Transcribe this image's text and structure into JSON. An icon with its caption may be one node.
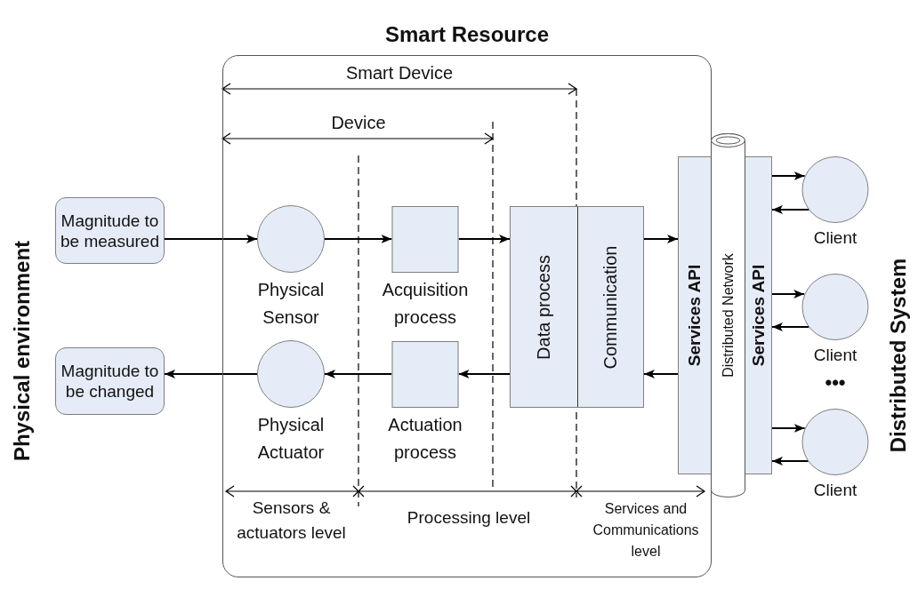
{
  "diagram": {
    "nodes": [
      {
        "text": [
          "Smart Resource"
        ]
      },
      {
        "text": [
          "Magnitude to be measured"
        ]
      },
      {
        "text": [
          "Magnitude to be changed"
        ]
      },
      {
        "text": [
          "Physical Sensor"
        ],
        "in": 0
      },
      {
        "text": [
          "Acquisition process"
        ],
        "in": 0
      },
      {
        "text": [
          "Physical Actuator"
        ],
        "in": 0
      },
      {
        "text": [
          "Actuation process"
        ],
        "in": 0
      },
      {
        "text": [
          "Data process",
          "Communication"
        ],
        "in": 0
      },
      {
        "text": [
          "Services API"
        ],
        "in": 0
      },
      {
        "text": [
          "Distributed Network"
        ]
      },
      {
        "text": [
          "Services API"
        ]
      },
      {
        "text": [
          "Client"
        ]
      },
      {
        "text": [
          "Client"
        ]
      },
      {
        "text": [
          "Client"
        ]
      }
    ],
    "edges": [
      {
        "from": 1,
        "to": 3,
        "arrow": "to"
      },
      {
        "from": 3,
        "to": 4,
        "arrow": "to"
      },
      {
        "from": 4,
        "to": 7,
        "arrow": "to"
      },
      {
        "from": 7,
        "to": 6,
        "arrow": "to"
      },
      {
        "from": 6,
        "to": 5,
        "arrow": "to"
      },
      {
        "from": 5,
        "to": 2,
        "arrow": "to"
      },
      {
        "from": 7,
        "to": 8,
        "arrow": "to"
      },
      {
        "from": 8,
        "to": 7,
        "arrow": "to"
      },
      {
        "from": 10,
        "to": 11,
        "arrow": "to"
      },
      {
        "from": 11,
        "to": 10,
        "arrow": "to"
      },
      {
        "from": 10,
        "to": 12,
        "arrow": "to"
      },
      {
        "from": 12,
        "to": 10,
        "arrow": "to"
      },
      {
        "from": 10,
        "to": 13,
        "arrow": "to"
      },
      {
        "from": 13,
        "to": 10,
        "arrow": "to"
      }
    ],
    "labels": [
      "Smart Device",
      "Device",
      "Physical environment",
      "•••",
      "Sensors & actuators level",
      "Processing level",
      "Services and Communications level",
      "Distributed System"
    ]
  }
}
